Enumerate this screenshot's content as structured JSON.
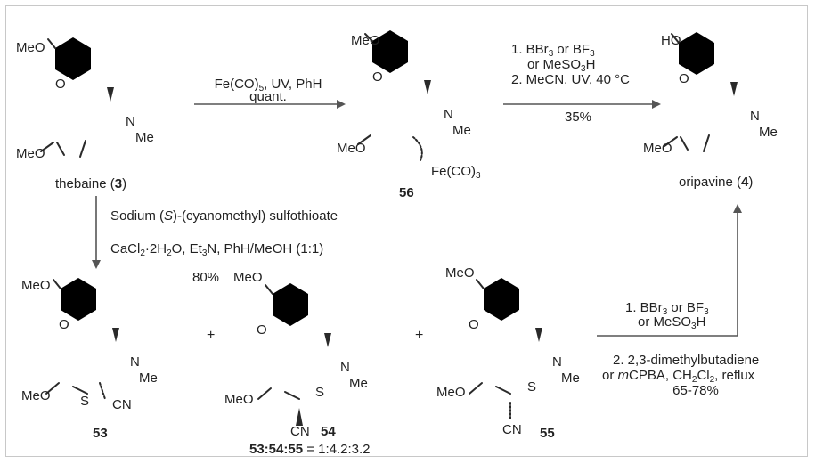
{
  "compounds": {
    "thebaine": {
      "name": "thebaine",
      "number": "3",
      "ome_top": "MeO",
      "ome_bottom": "MeO",
      "o": "O",
      "n": "N",
      "me": "Me"
    },
    "c56": {
      "number": "56",
      "ome_top": "MeO",
      "ome_bottom": "MeO",
      "o": "O",
      "n": "N",
      "me": "Me",
      "fe": "Fe(CO)3"
    },
    "oripavine": {
      "name": "oripavine",
      "number": "4",
      "ho": "HO",
      "ome_bottom": "MeO",
      "o": "O",
      "n": "N",
      "me": "Me"
    },
    "c53": {
      "number": "53",
      "ome_top": "MeO",
      "ome_bottom": "MeO",
      "o": "O",
      "n": "N",
      "me": "Me",
      "s": "S",
      "cn": "CN"
    },
    "c54": {
      "number": "54",
      "ome_top": "MeO",
      "ome_bottom": "MeO",
      "o": "O",
      "n": "N",
      "me": "Me",
      "s": "S",
      "cn": "CN"
    },
    "c55": {
      "number": "55",
      "ome_top": "MeO",
      "ome_bottom": "MeO",
      "o": "O",
      "n": "N",
      "me": "Me",
      "s": "S",
      "cn": "CN"
    }
  },
  "arrows": {
    "a1": {
      "line1": "Fe(CO)5, UV, PhH",
      "line2": "quant."
    },
    "a2": {
      "line1": "1. BBr3 or BF3",
      "line2": "or MeSO3H",
      "line3": "2. MeCN, UV, 40 °C",
      "yield": "35%"
    },
    "a3": {
      "line1": "Sodium (S)-(cyanomethyl) sulfothioate",
      "line2": "CaCl2·2H2O, Et3N, PhH/MeOH (1:1)"
    },
    "a4": {
      "line1": "1. BBr3 or BF3",
      "line2": "or MeSO3H",
      "line3": "2. 2,3-dimethylbutadiene",
      "line4": "or mCPBA, CH2Cl2, reflux",
      "yield": "65-78%"
    }
  },
  "misc": {
    "plus": "+",
    "yield_mixture": "80%",
    "ratio_label": "53:54:55",
    "ratio_value": "= 1:4.2:3.2"
  }
}
